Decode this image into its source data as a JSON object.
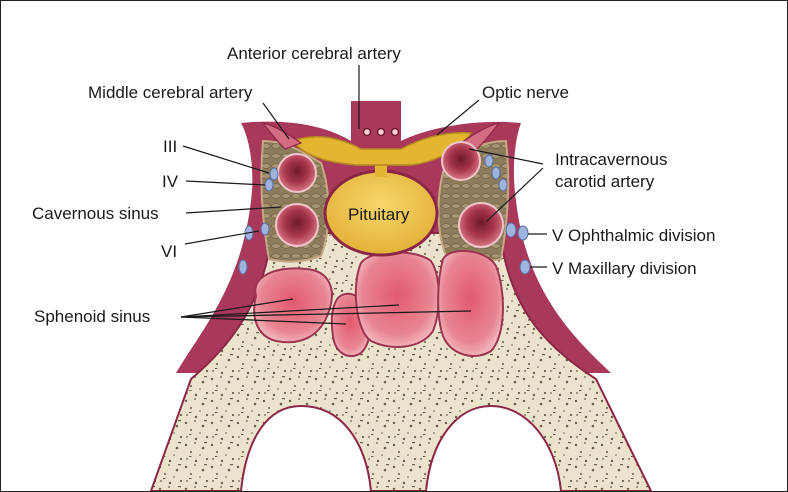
{
  "labels": {
    "anterior_cerebral_artery": "Anterior cerebral artery",
    "middle_cerebral_artery": "Middle cerebral artery",
    "optic_nerve": "Optic nerve",
    "cn_iii": "III",
    "cn_iv": "IV",
    "cavernous_sinus": "Cavernous sinus",
    "cn_vi": "VI",
    "intracavernous_carotid_line1": "Intracavernous",
    "intracavernous_carotid_line2": "carotid artery",
    "pituitary": "Pituitary",
    "v_ophthalmic": "V Ophthalmic division",
    "v_maxillary": "V Maxillary division",
    "sphenoid_sinus": "Sphenoid sinus"
  },
  "colors": {
    "dura": "#a8395a",
    "dura_dark": "#8a2746",
    "bone": "#ece3cc",
    "bone_speckle": "#6b5f4a",
    "sinus_pink": "#e0707f",
    "sinus_light": "#f3a7b0",
    "artery": "#b8384e",
    "pituitary": "#f2c84b",
    "optic": "#e3b531",
    "cavernous": "#9c8b6a",
    "nerve_blue": "#9fb3dd"
  }
}
